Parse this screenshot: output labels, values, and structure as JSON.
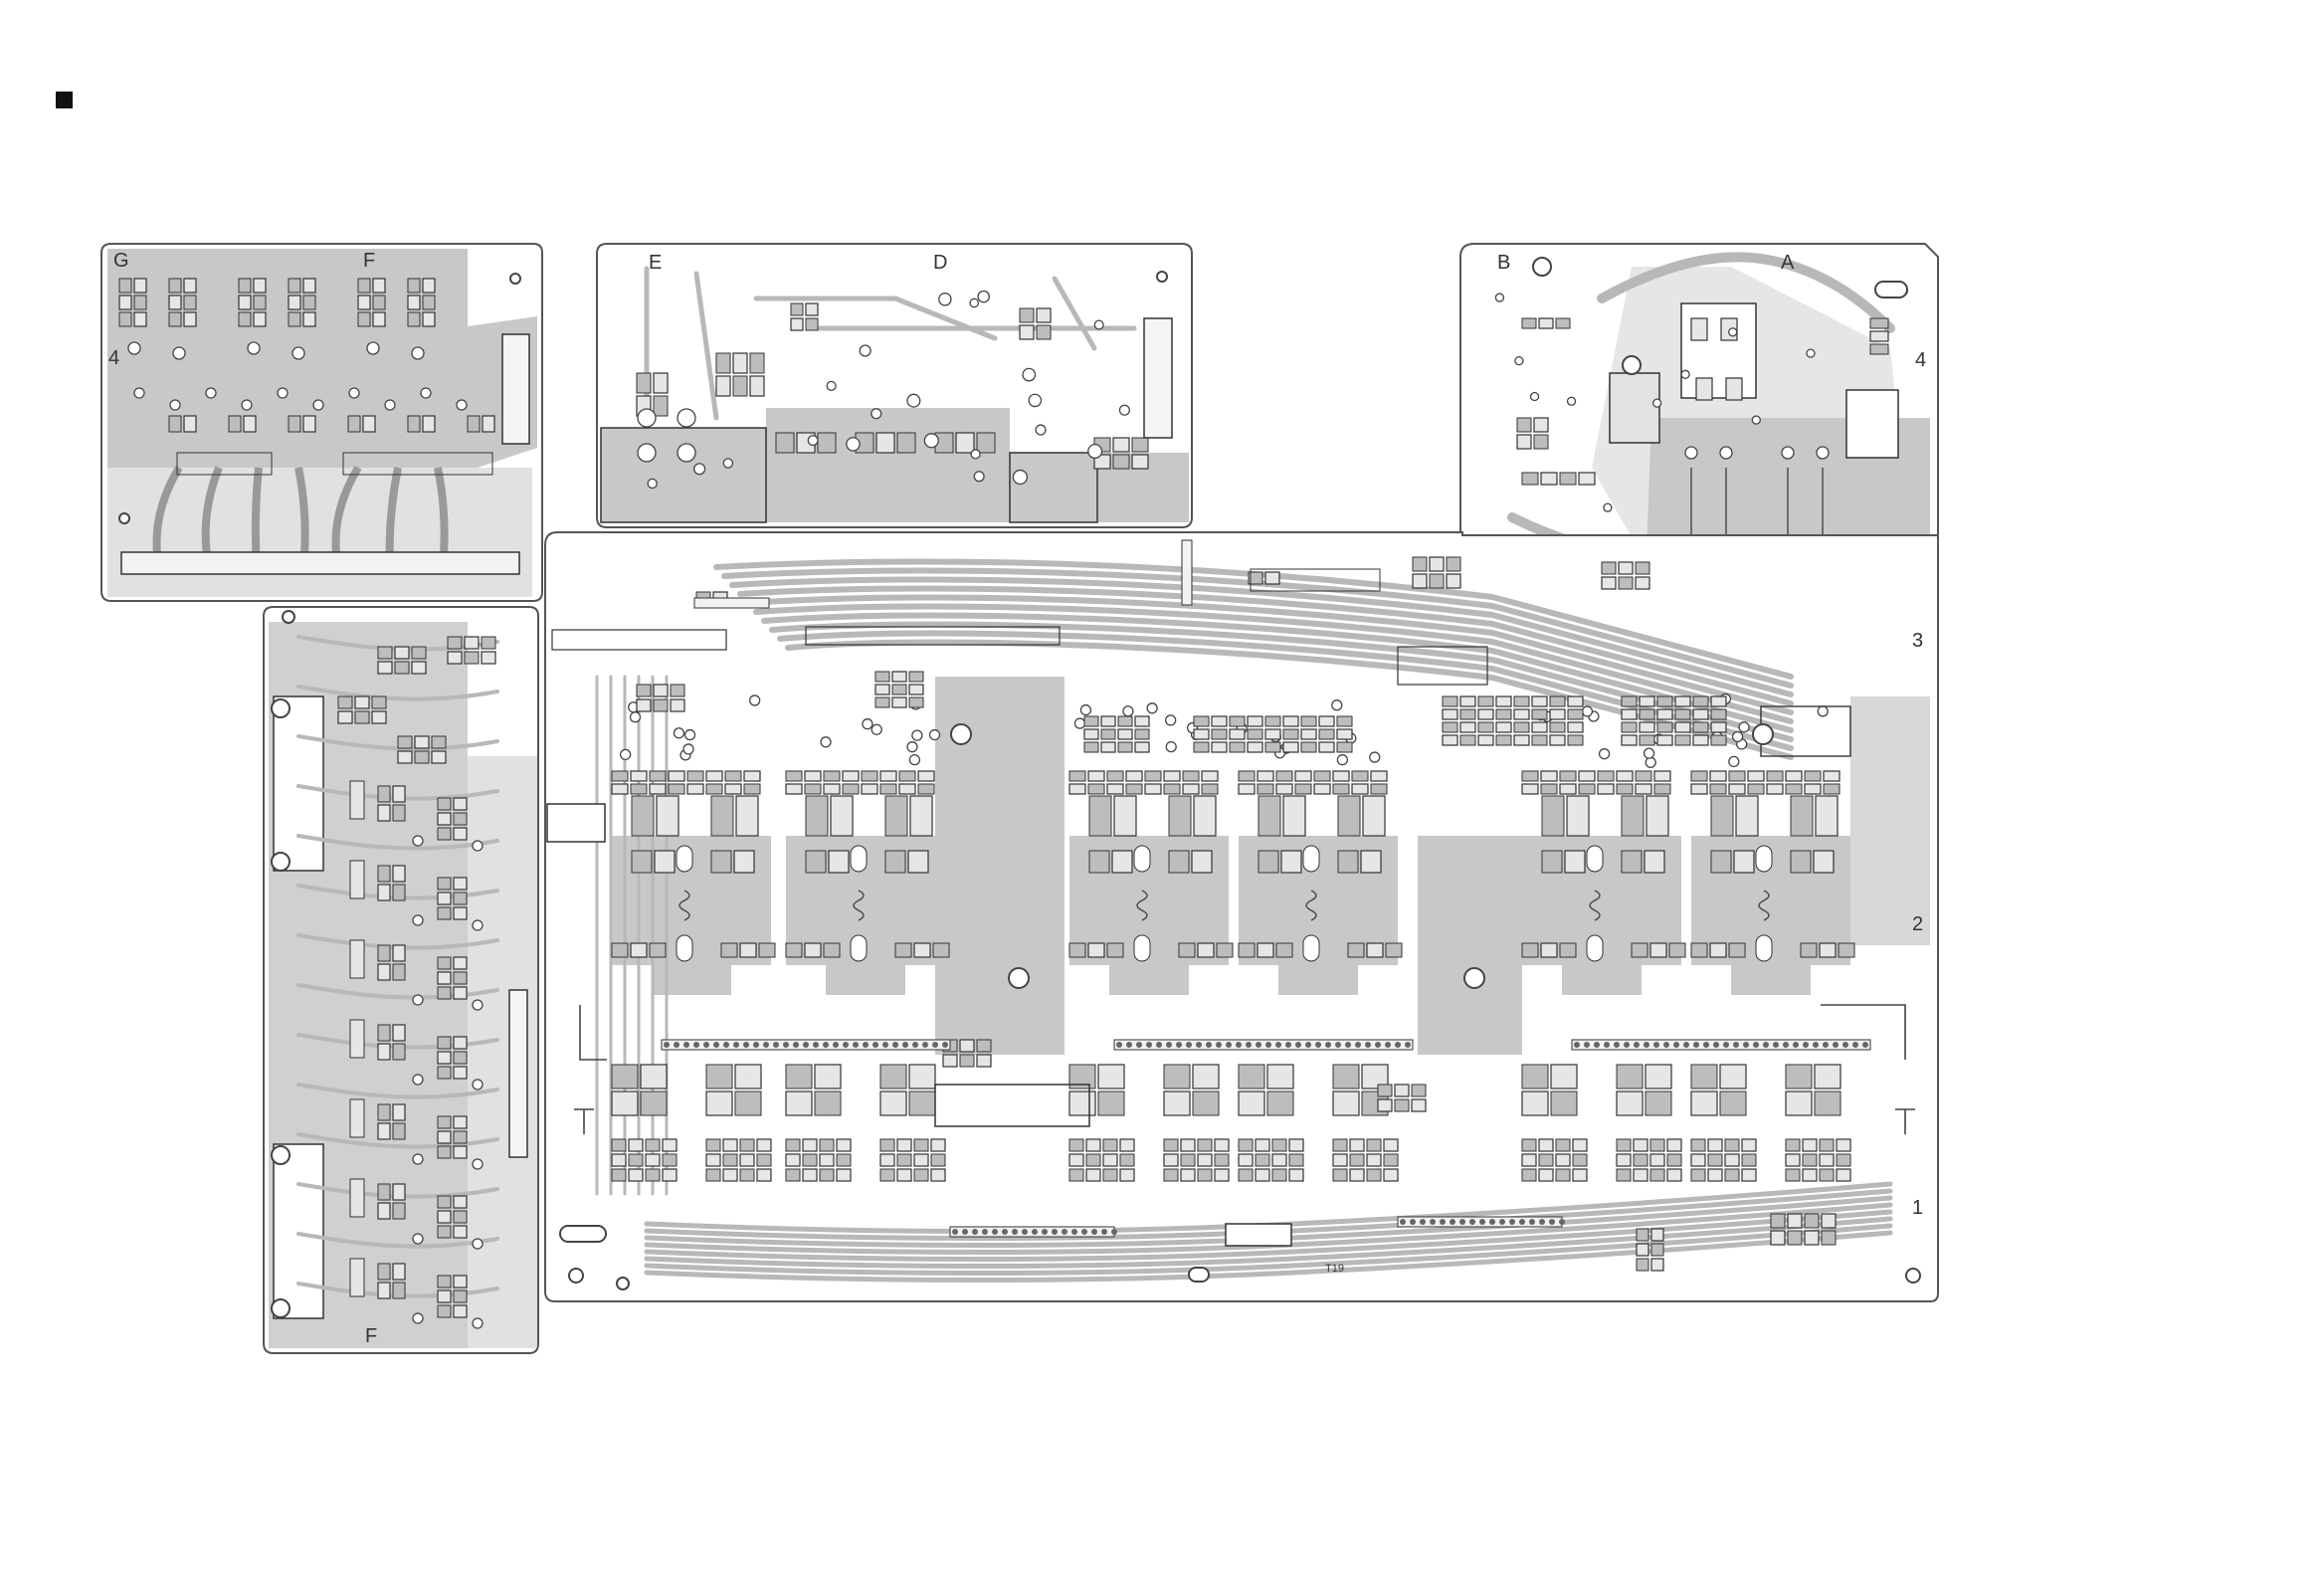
{
  "page": {
    "marker_glyph": "■"
  },
  "boards": {
    "top_left": {
      "labels": {
        "g": "G",
        "f": "F",
        "row4": "4"
      }
    },
    "top_middle": {
      "labels": {
        "e": "E",
        "d": "D"
      }
    },
    "top_right": {
      "labels": {
        "b": "B",
        "a": "A",
        "row4": "4"
      }
    },
    "left_vertical": {
      "labels": {
        "f": "F"
      }
    },
    "main": {
      "labels": {
        "row3": "3",
        "row2": "2",
        "row1": "1",
        "ref": "T19"
      }
    }
  },
  "colors": {
    "plane": "#c8c8c8",
    "trace": "#b8b8b8",
    "outline": "#555555",
    "ink": "#333333"
  }
}
